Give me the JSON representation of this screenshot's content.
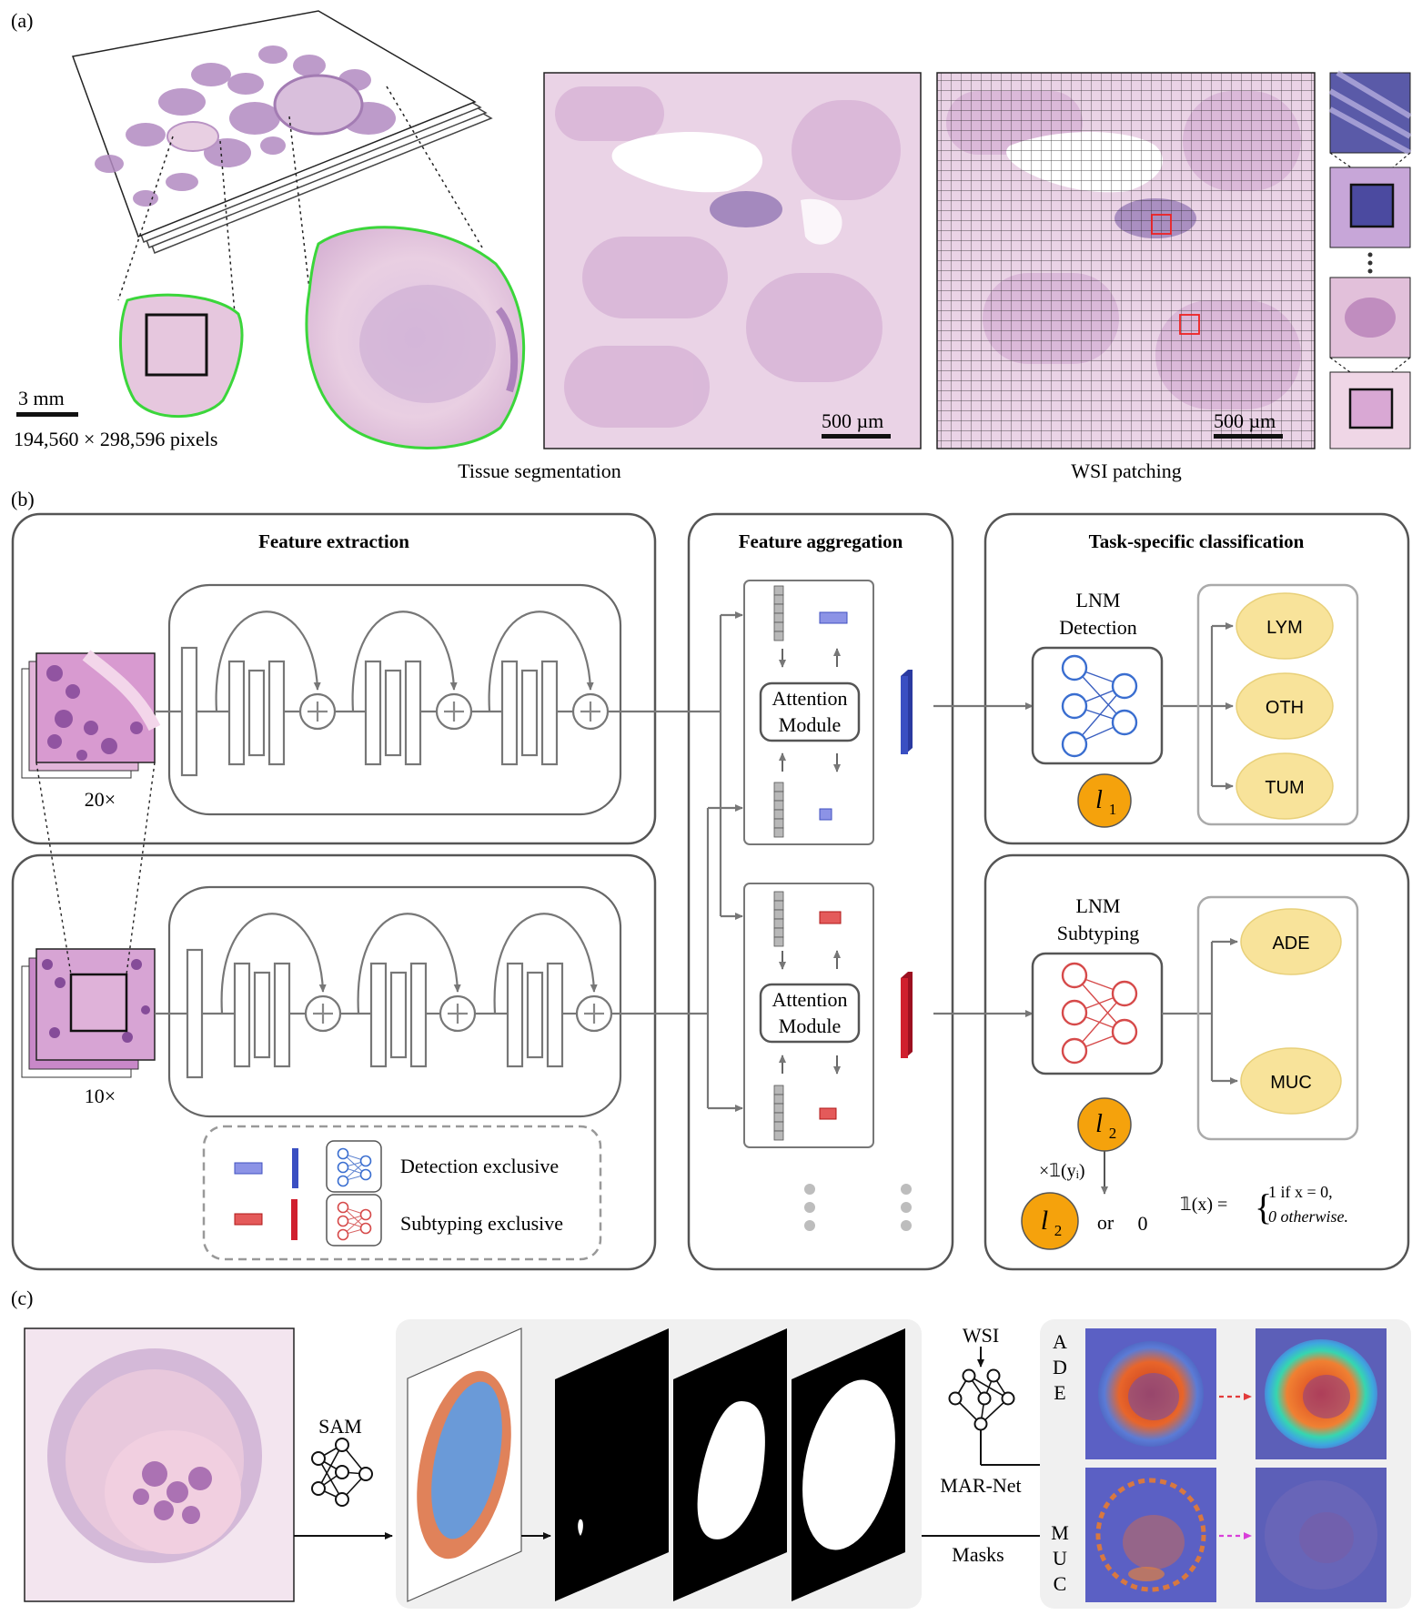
{
  "panel_a": {
    "label": "(a)",
    "scalebar_slide": "3 mm",
    "dims": "194,560 × 298,596 pixels",
    "scalebar_tissue": "500 µm",
    "scalebar_patch": "500 µm",
    "caption_seg": "Tissue segmentation",
    "caption_patch": "WSI patching"
  },
  "panel_b": {
    "label": "(b)",
    "feature_extraction": "Feature extraction",
    "feature_aggregation": "Feature aggregation",
    "task_classification": "Task-specific classification",
    "mag_20": "20×",
    "mag_10": "10×",
    "attention_top": [
      "Attention",
      "Module"
    ],
    "attention_bottom": [
      "Attention",
      "Module"
    ],
    "lnm_detection": [
      "LNM",
      "Detection"
    ],
    "lnm_subtyping": [
      "LNM",
      "Subtyping"
    ],
    "detection_classes": [
      "LYM",
      "OTH",
      "TUM"
    ],
    "subtyping_classes": [
      "ADE",
      "MUC"
    ],
    "loss_1": "l",
    "loss_1_sub": "1",
    "loss_2": "l",
    "loss_2_sub": "2",
    "indicator_mult": "×𝟙(yᵢ)",
    "or_text": "or",
    "zero_text": "0",
    "indicator_lhs": "𝟙(x) =",
    "indicator_case1": "1   if x = 0,",
    "indicator_case2": "0   otherwise.",
    "legend_detection": "Detection  exclusive",
    "legend_subtyping": "Subtyping exclusive"
  },
  "panel_c": {
    "label": "(c)",
    "sam": "SAM",
    "wsi": "WSI",
    "marnet": "MAR-Net",
    "masks": "Masks",
    "ade_letters": [
      "A",
      "D",
      "E"
    ],
    "muc_letters": [
      "M",
      "U",
      "C"
    ]
  },
  "colors": {
    "box_stroke": "#555555",
    "gray_line": "#777777",
    "detection_blue": "#3a4fc2",
    "detection_blue_light": "#8c93e6",
    "subtyping_red": "#d01f2e",
    "subtyping_red_light": "#e45a5a",
    "class_fill": "#f8e39a",
    "loss_fill": "#f5a20c",
    "tissue_pink": "#e9c6dc",
    "tissue_purple": "#9c6aa8",
    "mask_green": "#3bd63b"
  }
}
